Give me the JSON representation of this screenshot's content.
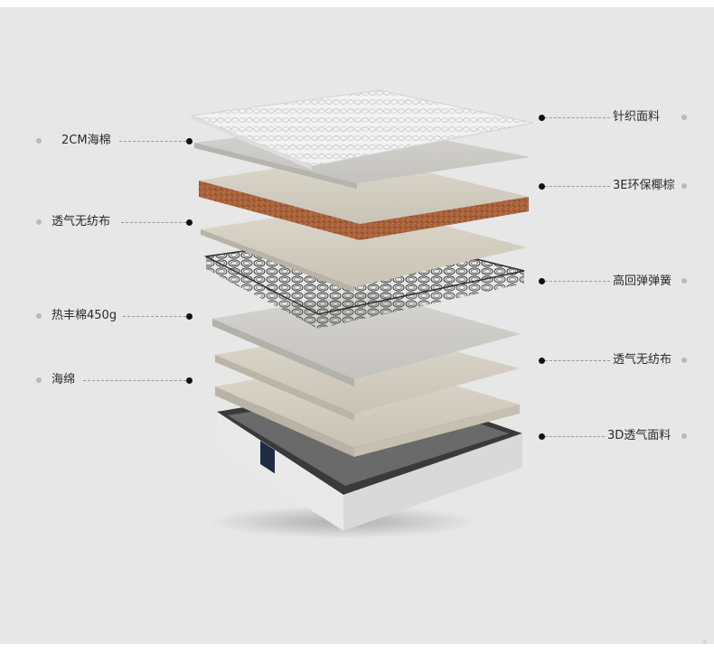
{
  "left_labels": [
    {
      "text": "2CM海棉"
    },
    {
      "text": "透气无纺布"
    },
    {
      "text": "热丰棉450g"
    },
    {
      "text": "海绵"
    }
  ],
  "right_labels": [
    {
      "text": "针织面料"
    },
    {
      "text": "3E环保椰棕"
    },
    {
      "text": "高回弹弹簧"
    },
    {
      "text": "透气无纺布"
    },
    {
      "text": "3D透气面料"
    }
  ],
  "colors": {
    "background": "#e7e7e7",
    "coir": "#a8643a",
    "knit_top": "#f4f4f4",
    "layer_beige": "#d8d4c8",
    "spring": "#3c3c3c",
    "anchor_dot": "#111111",
    "bullet_dot": "#b9b9b9"
  }
}
